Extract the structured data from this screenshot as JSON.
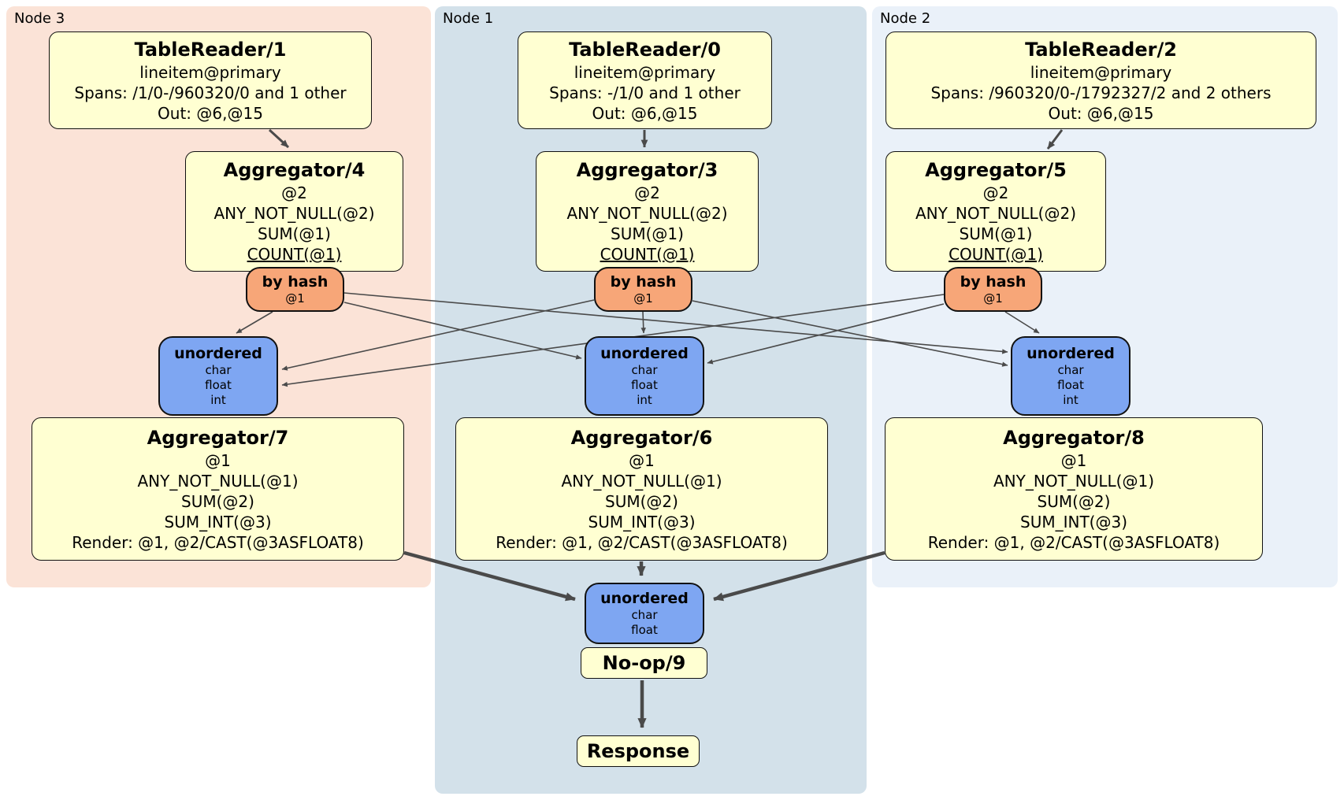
{
  "panels": {
    "node3": {
      "label": "Node 3"
    },
    "node1": {
      "label": "Node 1"
    },
    "node2": {
      "label": "Node 2"
    }
  },
  "boxes": {
    "tr1": {
      "title": "TableReader/1",
      "line1": "lineitem@primary",
      "line2": "Spans: /1/0-/960320/0 and 1 other",
      "line3": "Out: @6,@15"
    },
    "tr0": {
      "title": "TableReader/0",
      "line1": "lineitem@primary",
      "line2": "Spans: -/1/0 and 1 other",
      "line3": "Out: @6,@15"
    },
    "tr2": {
      "title": "TableReader/2",
      "line1": "lineitem@primary",
      "line2": "Spans: /960320/0-/1792327/2 and 2 others",
      "line3": "Out: @6,@15"
    },
    "agg4": {
      "title": "Aggregator/4",
      "line1": "@2",
      "line2": "ANY_NOT_NULL(@2)",
      "line3": "SUM(@1)",
      "line4": "COUNT(@1)"
    },
    "agg3": {
      "title": "Aggregator/3",
      "line1": "@2",
      "line2": "ANY_NOT_NULL(@2)",
      "line3": "SUM(@1)",
      "line4": "COUNT(@1)"
    },
    "agg5": {
      "title": "Aggregator/5",
      "line1": "@2",
      "line2": "ANY_NOT_NULL(@2)",
      "line3": "SUM(@1)",
      "line4": "COUNT(@1)"
    },
    "agg7": {
      "title": "Aggregator/7",
      "line1": "@1",
      "line2": "ANY_NOT_NULL(@1)",
      "line3": "SUM(@2)",
      "line4": "SUM_INT(@3)",
      "line5": "Render: @1, @2/CAST(@3ASFLOAT8)"
    },
    "agg6": {
      "title": "Aggregator/6",
      "line1": "@1",
      "line2": "ANY_NOT_NULL(@1)",
      "line3": "SUM(@2)",
      "line4": "SUM_INT(@3)",
      "line5": "Render: @1, @2/CAST(@3ASFLOAT8)"
    },
    "agg8": {
      "title": "Aggregator/8",
      "line1": "@1",
      "line2": "ANY_NOT_NULL(@1)",
      "line3": "SUM(@2)",
      "line4": "SUM_INT(@3)",
      "line5": "Render: @1, @2/CAST(@3ASFLOAT8)"
    },
    "noop": {
      "title": "No-op/9"
    },
    "response": {
      "title": "Response"
    }
  },
  "routers": {
    "by_hash": {
      "title": "by hash",
      "param": "@1"
    }
  },
  "syncs": {
    "unordered_mid": {
      "title": "unordered",
      "item1": "char",
      "item2": "float",
      "item3": "int"
    },
    "unordered_final": {
      "title": "unordered",
      "item1": "char",
      "item2": "float"
    }
  },
  "colors": {
    "node3_bg": "#fbe3d7",
    "node1_bg": "#d3e1ea",
    "node2_bg": "#eaf1f9",
    "process_box_bg": "#ffffd2",
    "router_bg": "#f7a678",
    "sync_bg": "#7ea6f2",
    "edge": "#4a4a4a",
    "border": "#111111"
  }
}
